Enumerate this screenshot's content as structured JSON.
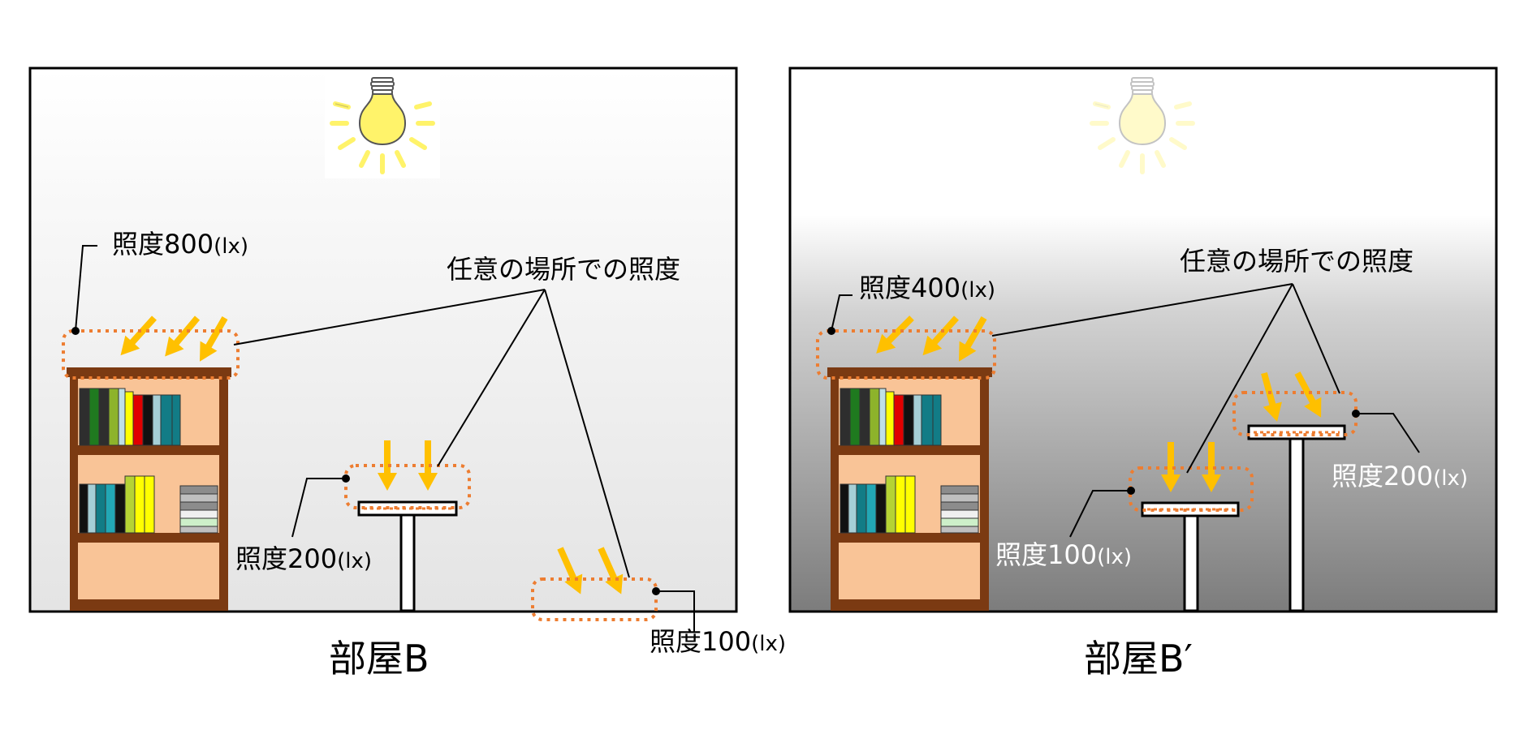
{
  "rooms": [
    {
      "title": "部屋B",
      "caption": "任意の場所での照度",
      "labels": {
        "shelf": {
          "main": "照度800",
          "unit": "(lx)"
        },
        "table": {
          "main": "照度200",
          "unit": "(lx)"
        },
        "floor": {
          "main": "照度100",
          "unit": "(lx)"
        }
      }
    },
    {
      "title": "部屋B′",
      "caption": "任意の場所での照度",
      "labels": {
        "shelf": {
          "main": "照度400",
          "unit": "(lx)"
        },
        "low_table": {
          "main": "照度100",
          "unit": "(lx)"
        },
        "high_table": {
          "main": "照度200",
          "unit": "(lx)"
        }
      }
    }
  ],
  "colors": {
    "arrow": "#FFC000",
    "dotted_box": "#ED7D31",
    "shelf_frame": "#7B3A12",
    "shelf_inner": "#F9C497",
    "bulb": "#FFF36A"
  }
}
